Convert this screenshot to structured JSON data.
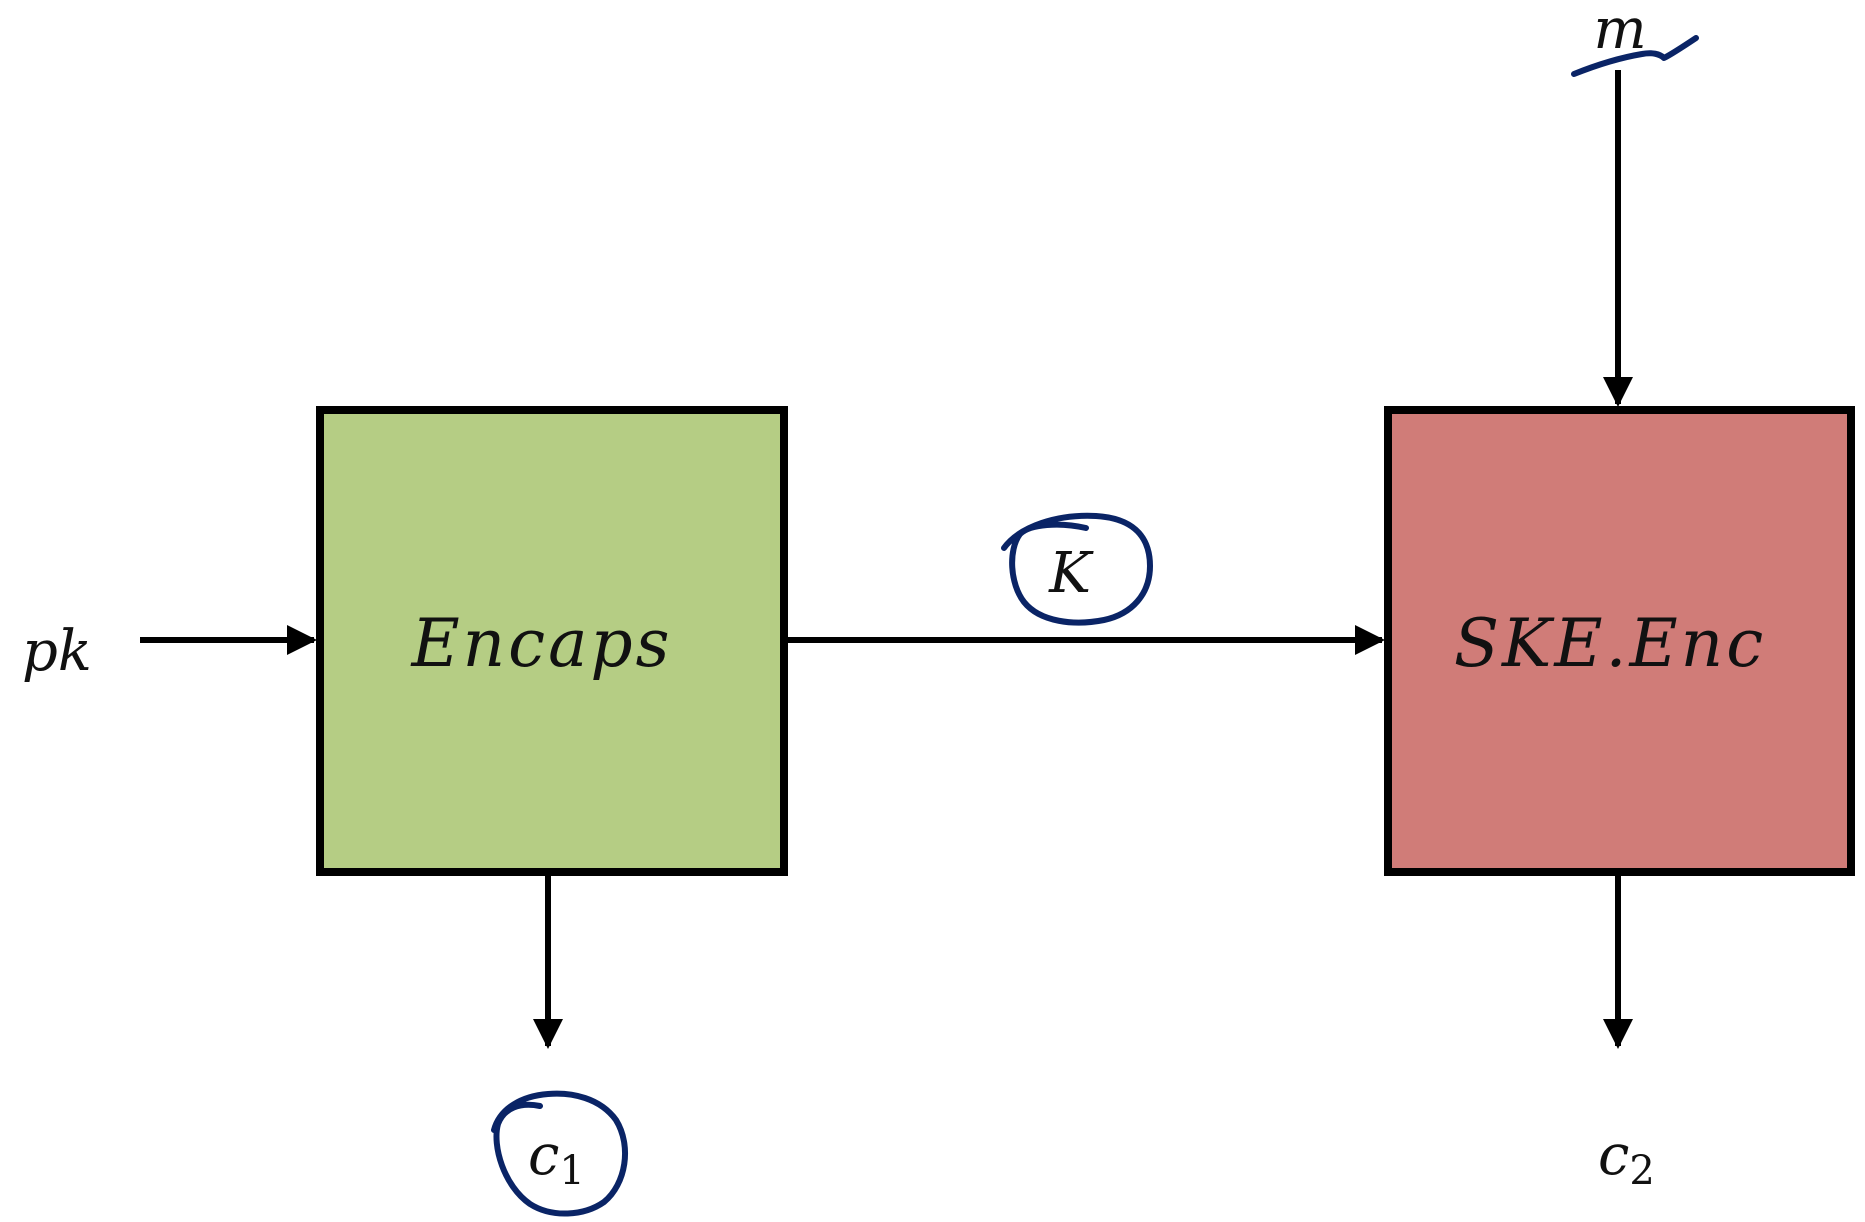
{
  "blocks": {
    "encaps": {
      "label": "Encaps",
      "fill": "#b5cd84"
    },
    "ske_enc": {
      "label": "SKE.Enc",
      "fill": "#d07c78"
    }
  },
  "signals": {
    "public_key": "pk",
    "key": "K",
    "message": "m",
    "ciphertext_1": {
      "base": "c",
      "sub": "1"
    },
    "ciphertext_2": {
      "base": "c",
      "sub": "2"
    }
  },
  "colors": {
    "wire": "#000000",
    "annotation_ink": "#0a2466",
    "background": "#ffffff"
  }
}
